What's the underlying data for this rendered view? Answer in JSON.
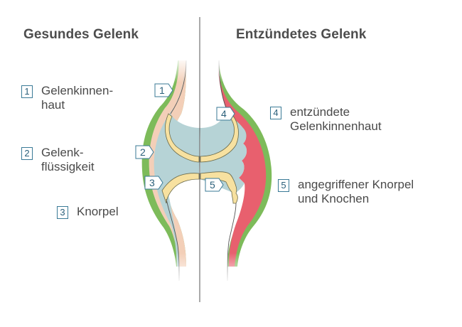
{
  "titles": {
    "left": "Gesundes Gelenk",
    "right": "Entzündetes Gelenk"
  },
  "legend": [
    {
      "number": "1",
      "lines": [
        "Gelenkinnen-",
        "haut"
      ]
    },
    {
      "number": "2",
      "lines": [
        "Gelenk-",
        "flüssigkeit"
      ]
    },
    {
      "number": "3",
      "lines": [
        "Knorpel"
      ]
    },
    {
      "number": "4",
      "lines": [
        "entzündete",
        "Gelenkinnenhaut"
      ]
    },
    {
      "number": "5",
      "lines": [
        "angegriffener Knorpel",
        "und Knochen"
      ]
    }
  ],
  "diagram_tags": [
    "1",
    "2",
    "3",
    "4",
    "5"
  ],
  "colors": {
    "synovium_green": "#7dbb5a",
    "capsule_peach": "#f3cfb8",
    "fluid_blue": "#b6d3d6",
    "cartilage_yellow": "#f7e1a0",
    "inflamed_red": "#e8606e",
    "label_blue": "#2a5f7a",
    "divider": "#555555"
  }
}
